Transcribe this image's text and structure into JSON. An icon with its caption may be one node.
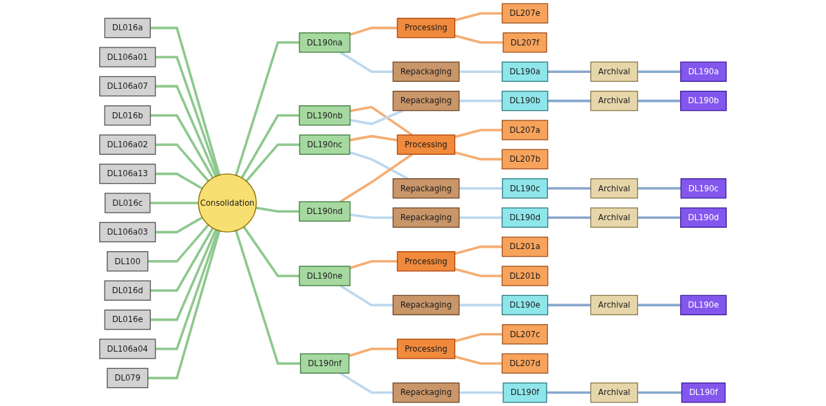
{
  "diagram": {
    "nodes": [
      {
        "text": [
          "DL016a"
        ]
      },
      {
        "text": [
          "DL106a01"
        ]
      },
      {
        "text": [
          "DL106a07"
        ]
      },
      {
        "text": [
          "DL016b"
        ]
      },
      {
        "text": [
          "DL106a02"
        ]
      },
      {
        "text": [
          "DL106a13"
        ]
      },
      {
        "text": [
          "DL016c"
        ]
      },
      {
        "text": [
          "DL106a03"
        ]
      },
      {
        "text": [
          "DL100"
        ]
      },
      {
        "text": [
          "DL016d"
        ]
      },
      {
        "text": [
          "DL016e"
        ]
      },
      {
        "text": [
          "DL106a04"
        ]
      },
      {
        "text": [
          "DL079"
        ]
      },
      {
        "text": [
          "Consolidation"
        ]
      },
      {
        "text": [
          "DL190na"
        ]
      },
      {
        "text": [
          "Processing"
        ]
      },
      {
        "text": [
          "DL207e"
        ]
      },
      {
        "text": [
          "Repackaging"
        ]
      },
      {
        "text": [
          "DL190a"
        ]
      },
      {
        "text": [
          "Archival"
        ]
      },
      {
        "text": [
          "DL190a"
        ]
      },
      {
        "text": [
          "DL190nb"
        ]
      },
      {
        "text": [
          "DL207f"
        ]
      },
      {
        "text": [
          "Repackaging"
        ]
      },
      {
        "text": [
          "DL190b"
        ]
      },
      {
        "text": [
          "Archival"
        ]
      },
      {
        "text": [
          "DL190b"
        ]
      },
      {
        "text": [
          "DL190nc"
        ]
      },
      {
        "text": [
          "Processing"
        ]
      },
      {
        "text": [
          "DL207a"
        ]
      },
      {
        "text": [
          "Repackaging"
        ]
      },
      {
        "text": [
          "DL190c"
        ]
      },
      {
        "text": [
          "Archival"
        ]
      },
      {
        "text": [
          "DL190c"
        ]
      },
      {
        "text": [
          "DL207b"
        ]
      },
      {
        "text": [
          "DL190nd"
        ]
      },
      {
        "text": [
          "Processing"
        ]
      },
      {
        "text": [
          "DL201a"
        ]
      },
      {
        "text": [
          "Repackaging"
        ]
      },
      {
        "text": [
          "DL190d"
        ]
      },
      {
        "text": [
          "Archival"
        ]
      },
      {
        "text": [
          "DL190d"
        ]
      },
      {
        "text": [
          "DL201b"
        ]
      },
      {
        "text": [
          "DL190ne"
        ]
      },
      {
        "text": [
          "Repackaging"
        ]
      },
      {
        "text": [
          "DL190e"
        ]
      },
      {
        "text": [
          "Archival"
        ]
      },
      {
        "text": [
          "DL190e"
        ]
      },
      {
        "text": [
          "Processing"
        ]
      },
      {
        "text": [
          "DL207c"
        ]
      },
      {
        "text": [
          "DL190nf"
        ]
      },
      {
        "text": [
          "Repackaging"
        ]
      },
      {
        "text": [
          "DL190f"
        ]
      },
      {
        "text": [
          "Archival"
        ]
      },
      {
        "text": [
          "DL190f"
        ]
      },
      {
        "text": [
          "DL207d"
        ]
      }
    ],
    "edges": [
      {
        "from": 0,
        "to": 13,
        "arrow": "none"
      },
      {
        "from": 1,
        "to": 13,
        "arrow": "none"
      },
      {
        "from": 2,
        "to": 13,
        "arrow": "none"
      },
      {
        "from": 3,
        "to": 13,
        "arrow": "none"
      },
      {
        "from": 4,
        "to": 13,
        "arrow": "none"
      },
      {
        "from": 5,
        "to": 13,
        "arrow": "none"
      },
      {
        "from": 6,
        "to": 13,
        "arrow": "none"
      },
      {
        "from": 7,
        "to": 13,
        "arrow": "none"
      },
      {
        "from": 8,
        "to": 13,
        "arrow": "none"
      },
      {
        "from": 9,
        "to": 13,
        "arrow": "none"
      },
      {
        "from": 10,
        "to": 13,
        "arrow": "none"
      },
      {
        "from": 11,
        "to": 13,
        "arrow": "none"
      },
      {
        "from": 12,
        "to": 13,
        "arrow": "none"
      },
      {
        "from": 13,
        "to": 14,
        "arrow": "none"
      },
      {
        "from": 13,
        "to": 21,
        "arrow": "none"
      },
      {
        "from": 13,
        "to": 27,
        "arrow": "none"
      },
      {
        "from": 13,
        "to": 35,
        "arrow": "none"
      },
      {
        "from": 13,
        "to": 43,
        "arrow": "none"
      },
      {
        "from": 13,
        "to": 50,
        "arrow": "none"
      },
      {
        "from": 14,
        "to": 15,
        "arrow": "none",
        "color": "#f5ad72"
      },
      {
        "from": 15,
        "to": 16,
        "arrow": "none",
        "color": "#f5ad72"
      },
      {
        "from": 15,
        "to": 22,
        "arrow": "none",
        "color": "#f5ad72"
      },
      {
        "from": 14,
        "to": 17,
        "arrow": "none",
        "color": "#bcd8ef"
      },
      {
        "from": 17,
        "to": 18,
        "arrow": "none",
        "color": "#bcd8ef"
      },
      {
        "from": 18,
        "to": 19,
        "arrow": "none",
        "color": "#87a7cd"
      },
      {
        "from": 19,
        "to": 20,
        "arrow": "none",
        "color": "#87a7cd"
      },
      {
        "from": 21,
        "to": 28,
        "arrow": "none",
        "color": "#f5ad72"
      },
      {
        "from": 21,
        "to": 23,
        "arrow": "none",
        "color": "#bcd8ef"
      },
      {
        "from": 23,
        "to": 24,
        "arrow": "none",
        "color": "#bcd8ef"
      },
      {
        "from": 24,
        "to": 25,
        "arrow": "none",
        "color": "#87a7cd"
      },
      {
        "from": 25,
        "to": 26,
        "arrow": "none",
        "color": "#87a7cd"
      },
      {
        "from": 27,
        "to": 28,
        "arrow": "none",
        "color": "#f5ad72"
      },
      {
        "from": 28,
        "to": 29,
        "arrow": "none",
        "color": "#f5ad72"
      },
      {
        "from": 28,
        "to": 34,
        "arrow": "none",
        "color": "#f5ad72"
      },
      {
        "from": 27,
        "to": 30,
        "arrow": "none",
        "color": "#bcd8ef"
      },
      {
        "from": 30,
        "to": 31,
        "arrow": "none",
        "color": "#bcd8ef"
      },
      {
        "from": 31,
        "to": 32,
        "arrow": "none",
        "color": "#87a7cd"
      },
      {
        "from": 32,
        "to": 33,
        "arrow": "none",
        "color": "#87a7cd"
      },
      {
        "from": 35,
        "to": 28,
        "arrow": "none",
        "color": "#f5ad72"
      },
      {
        "from": 35,
        "to": 38,
        "arrow": "none",
        "color": "#bcd8ef"
      },
      {
        "from": 38,
        "to": 39,
        "arrow": "none",
        "color": "#bcd8ef"
      },
      {
        "from": 39,
        "to": 40,
        "arrow": "none",
        "color": "#87a7cd"
      },
      {
        "from": 40,
        "to": 41,
        "arrow": "none",
        "color": "#87a7cd"
      },
      {
        "from": 43,
        "to": 36,
        "arrow": "none",
        "color": "#f5ad72"
      },
      {
        "from": 36,
        "to": 37,
        "arrow": "none",
        "color": "#f5ad72"
      },
      {
        "from": 36,
        "to": 42,
        "arrow": "none",
        "color": "#f5ad72"
      },
      {
        "from": 43,
        "to": 44,
        "arrow": "none",
        "color": "#bcd8ef"
      },
      {
        "from": 44,
        "to": 45,
        "arrow": "none",
        "color": "#bcd8ef"
      },
      {
        "from": 45,
        "to": 46,
        "arrow": "none",
        "color": "#87a7cd"
      },
      {
        "from": 46,
        "to": 47,
        "arrow": "none",
        "color": "#87a7cd"
      },
      {
        "from": 50,
        "to": 48,
        "arrow": "none",
        "color": "#f5ad72"
      },
      {
        "from": 48,
        "to": 49,
        "arrow": "none",
        "color": "#f5ad72"
      },
      {
        "from": 48,
        "to": 55,
        "arrow": "none",
        "color": "#f5ad72"
      },
      {
        "from": 50,
        "to": 51,
        "arrow": "none",
        "color": "#bcd8ef"
      },
      {
        "from": 51,
        "to": 52,
        "arrow": "none",
        "color": "#bcd8ef"
      },
      {
        "from": 52,
        "to": 53,
        "arrow": "none",
        "color": "#87a7cd"
      },
      {
        "from": 53,
        "to": 54,
        "arrow": "none",
        "color": "#87a7cd"
      }
    ]
  }
}
